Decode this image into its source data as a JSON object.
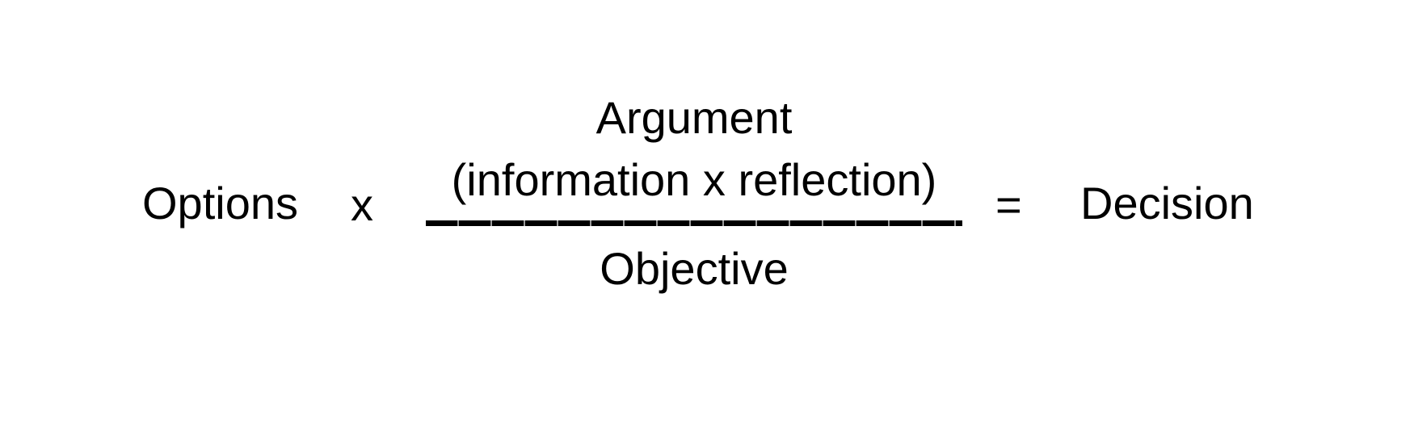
{
  "formula": {
    "left_operand": "Options",
    "multiply_sign": "x",
    "fraction": {
      "numerator_title": "Argument",
      "numerator_detail": "(information x reflection)",
      "denominator": "Objective"
    },
    "equals_sign": "=",
    "result": "Decision"
  },
  "colors": {
    "text": "#000000",
    "background": "#ffffff"
  }
}
